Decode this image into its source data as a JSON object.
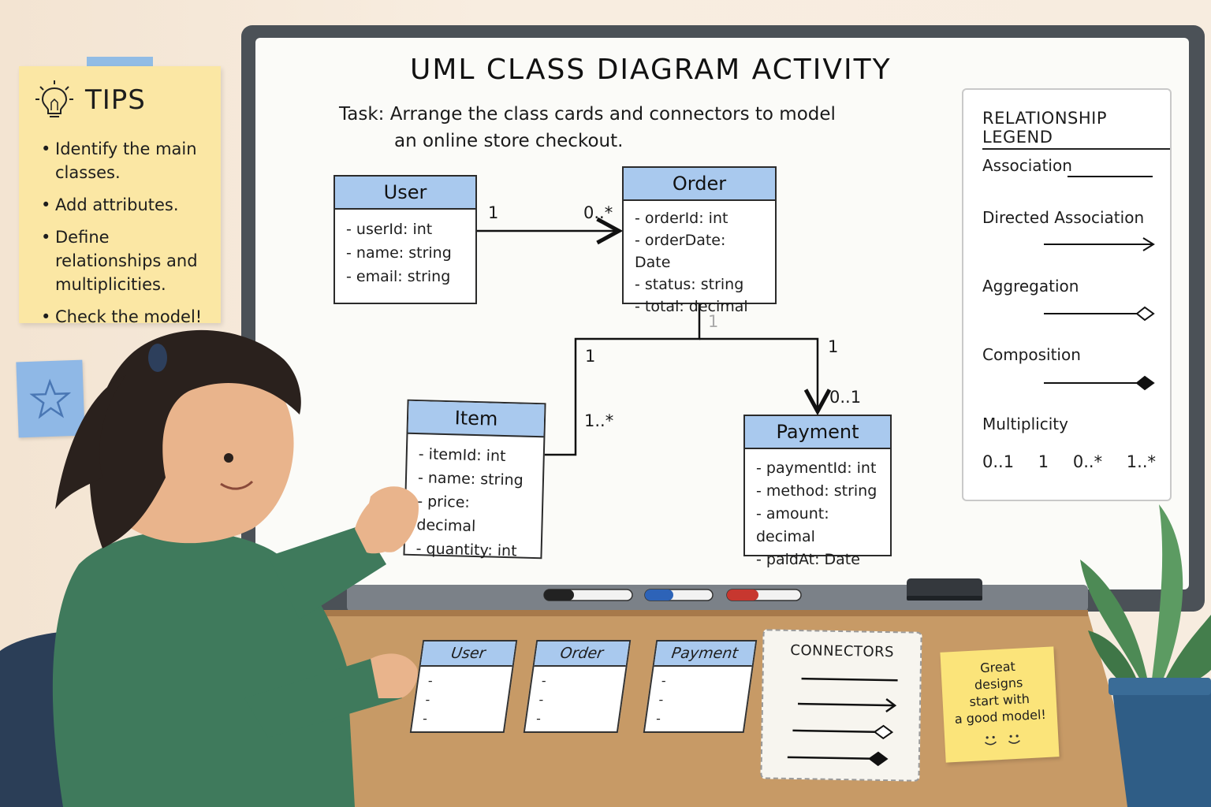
{
  "board": {
    "title": "UML CLASS DIAGRAM ACTIVITY",
    "task_line1": "Task: Arrange the class cards and connectors to model",
    "task_line2": "an online store checkout."
  },
  "classes": {
    "user": {
      "name": "User",
      "attributes": [
        "userId: int",
        "name: string",
        "email: string"
      ]
    },
    "order": {
      "name": "Order",
      "attributes": [
        "orderId: int",
        "orderDate: Date",
        "status: string",
        "total: decimal"
      ]
    },
    "item": {
      "name": "Item",
      "attributes": [
        "itemId: int",
        "name: string",
        "price: decimal",
        "quantity: int"
      ]
    },
    "payment": {
      "name": "Payment",
      "attributes": [
        "paymentId: int",
        "method: string",
        "amount: decimal",
        "paidAt: Date"
      ]
    }
  },
  "multiplicities": {
    "user_order_user_end": "1",
    "user_order_order_end": "0..*",
    "order_bottom": "1",
    "order_item_order_end": "1",
    "order_item_item_end": "1..*",
    "order_payment_order_end": "1",
    "order_payment_payment_end": "0..1"
  },
  "legend": {
    "title": "RELATIONSHIP LEGEND",
    "association": "Association",
    "directed_association": "Directed Association",
    "aggregation": "Aggregation",
    "composition": "Composition",
    "multiplicity": "Multiplicity",
    "multiplicity_values": [
      "0..1",
      "1",
      "0..*",
      "1..*"
    ]
  },
  "tips": {
    "title": "TIPS",
    "items": [
      "Identify the main classes.",
      "Add attributes.",
      "Define relationships and multiplicities.",
      "Check the model!"
    ]
  },
  "desk": {
    "cards": [
      {
        "name": "User",
        "lines": [
          "-",
          "-",
          "-"
        ]
      },
      {
        "name": "Order",
        "lines": [
          "-",
          "-",
          "-"
        ]
      },
      {
        "name": "Payment",
        "lines": [
          "-",
          "-",
          "-"
        ]
      }
    ],
    "connectors_title": "CONNECTORS",
    "sticky_text": [
      "Great",
      "designs",
      "start with",
      "a good model!"
    ]
  },
  "colors": {
    "class_header": "#a9c9ee",
    "tips_note": "#fbe7a4",
    "sticky_note": "#fbe47a",
    "desk": "#c79a66",
    "hoodie": "#3f7a5c"
  },
  "icons": [
    "lightbulb-icon",
    "star-icon",
    "smiley-icon"
  ]
}
